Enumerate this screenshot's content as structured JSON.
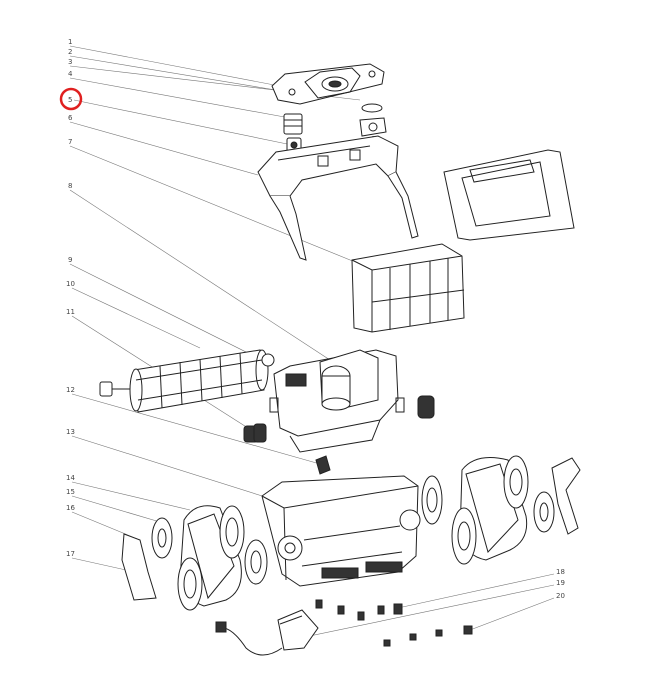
{
  "callouts": [
    {
      "n": "1"
    },
    {
      "n": "2"
    },
    {
      "n": "3"
    },
    {
      "n": "4"
    },
    {
      "n": "5"
    },
    {
      "n": "6"
    },
    {
      "n": "7"
    },
    {
      "n": "8"
    },
    {
      "n": "9"
    },
    {
      "n": "10"
    },
    {
      "n": "11"
    },
    {
      "n": "12"
    },
    {
      "n": "13"
    },
    {
      "n": "14"
    },
    {
      "n": "15"
    },
    {
      "n": "16"
    },
    {
      "n": "17"
    },
    {
      "n": "18"
    },
    {
      "n": "19"
    },
    {
      "n": "20"
    }
  ],
  "highlight": {
    "callout": "5",
    "color": "#e02020"
  }
}
